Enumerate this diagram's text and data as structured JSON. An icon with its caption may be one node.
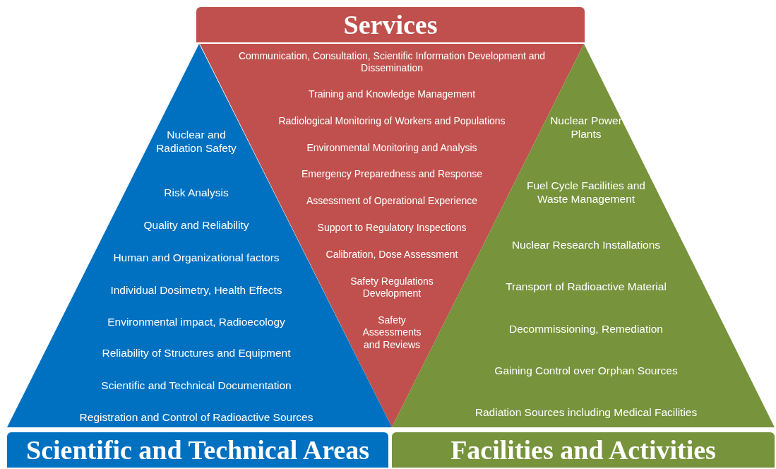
{
  "diagram": {
    "nodes": [
      {
        "text": [
          "Services"
        ]
      },
      {
        "text": [
          "Communication, Consultation, Scientific Information Development and Dissemination",
          "Training and Knowledge Management",
          "Radiological Monitoring of Workers and Populations",
          "Environmental Monitoring and Analysis",
          "Emergency Preparedness and Response",
          "Assessment of Operational Experience",
          "Support  to Regulatory Inspections",
          "Calibration, Dose Assessment",
          "Safety Regulations Development",
          "Safety Assessments and Reviews"
        ]
      },
      {
        "text": [
          "Nuclear and Radiation Safety",
          "Risk Analysis",
          "Quality and Reliability",
          "Human and Organizational factors",
          "Individual Dosimetry, Health Effects",
          "Environmental impact, Radioecology",
          "Reliability of Structures and Equipment",
          "Scientific and Technical Documentation",
          "Registration and Control of Radioactive Sources"
        ]
      },
      {
        "text": [
          "Nuclear Power Plants",
          "Fuel Cycle Facilities and Waste Management",
          "Nuclear Research Installations",
          "Transport of Radioactive Material",
          "Decommissioning, Remediation",
          "Gaining Control over Orphan Sources",
          "Radiation  Sources including Medical Facilities"
        ]
      },
      {
        "text": [
          "Scientific and Technical Areas"
        ]
      },
      {
        "text": [
          "Facilities and Activities"
        ]
      }
    ]
  }
}
